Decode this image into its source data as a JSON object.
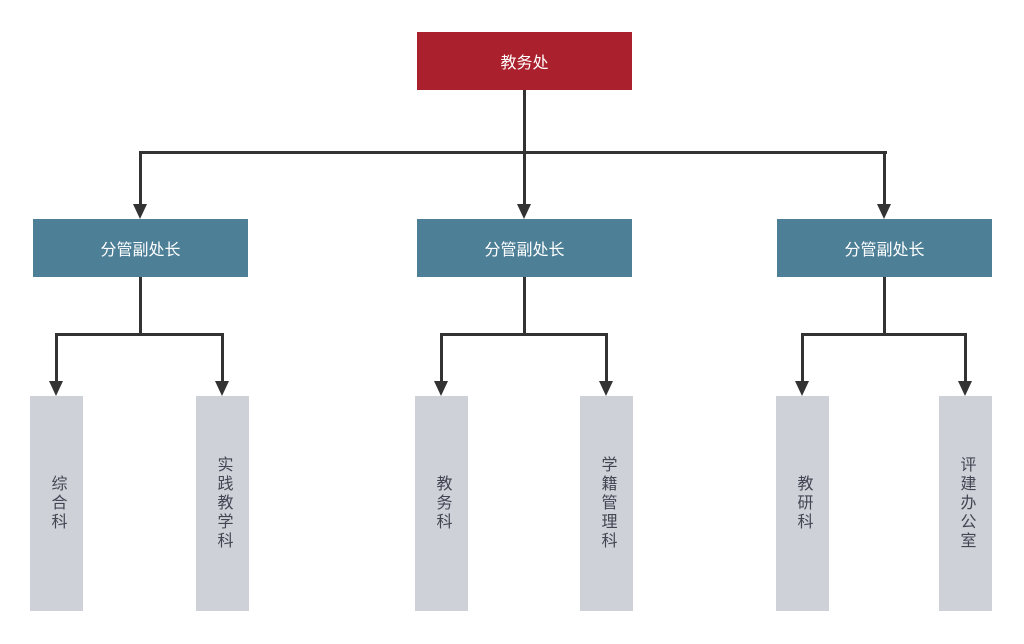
{
  "chart": {
    "type": "org-chart",
    "root": {
      "label": "教务处"
    },
    "deputies": [
      {
        "label": "分管副处长",
        "children": [
          {
            "label": "综合科"
          },
          {
            "label": "实践教学科"
          }
        ]
      },
      {
        "label": "分管副处长",
        "children": [
          {
            "label": "教务科"
          },
          {
            "label": "学籍管理科"
          }
        ]
      },
      {
        "label": "分管副处长",
        "children": [
          {
            "label": "教研科"
          },
          {
            "label": "评建办公室"
          }
        ]
      }
    ],
    "colors": {
      "root_bg": "#aa202c",
      "deputy_bg": "#4d7f97",
      "section_bg": "#ced1d8",
      "connector": "#333333",
      "root_text": "#ffffff",
      "section_text": "#424652"
    }
  }
}
